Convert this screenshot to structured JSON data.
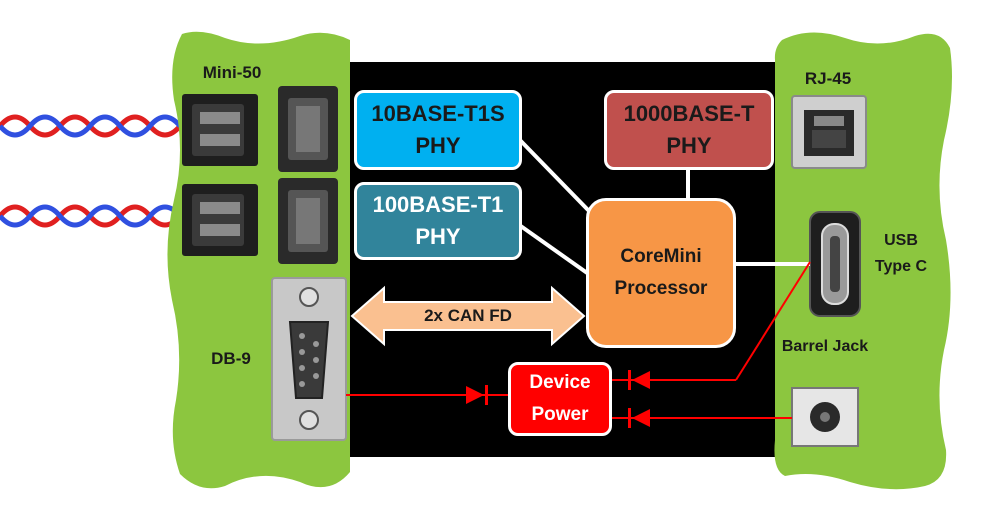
{
  "labels": {
    "mini50": "Mini-50",
    "rj45": "RJ-45",
    "usb": "USB Type C",
    "barrel": "Barrel Jack",
    "db9": "DB-9"
  },
  "blocks": {
    "t1s": {
      "line1": "10BASE-T1S",
      "line2": "PHY"
    },
    "t1": {
      "line1": "100BASE-T1",
      "line2": "PHY"
    },
    "gig": {
      "line1": "1000BASE-T",
      "line2": "PHY"
    },
    "cpu": {
      "line1": "CoreMini",
      "line2": "Processor"
    },
    "power": {
      "line1": "Device",
      "line2": "Power"
    }
  },
  "can_arrow": {
    "label": "2x CAN FD"
  },
  "colors": {
    "enclosure": "#8cc63f",
    "board": "#000000",
    "t1s_fill": "#00b0f0",
    "t1_fill": "#31849b",
    "gig_fill": "#c0504d",
    "cpu_fill": "#f79646",
    "power_fill": "#ff0000",
    "can_arrow_fill": "#fac090",
    "power_line": "#ff0000",
    "cable_red": "#e02020",
    "cable_blue": "#3050e0"
  }
}
